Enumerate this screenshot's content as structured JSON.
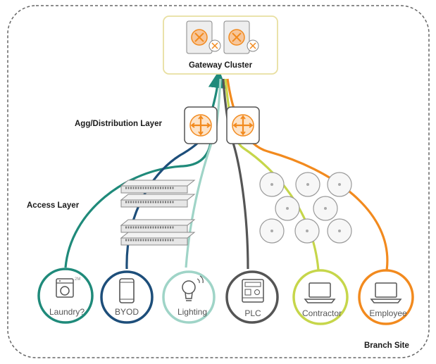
{
  "site": {
    "label": "Branch Site"
  },
  "gateway": {
    "label": "Gateway Cluster"
  },
  "layers": {
    "agg": "Agg/Distribution Layer",
    "access": "Access Layer"
  },
  "endpoints": [
    {
      "label": "Laundry?",
      "color": "#1f8a7a",
      "icon": "washing-machine-icon"
    },
    {
      "label": "BYOD",
      "color": "#1d4e7a",
      "icon": "smartphone-icon"
    },
    {
      "label": "Lighting",
      "color": "#9fd4c7",
      "icon": "lightbulb-icon"
    },
    {
      "label": "PLC",
      "color": "#555555",
      "icon": "plc-icon"
    },
    {
      "label": "Contractor",
      "color": "#c6d64a",
      "icon": "laptop-icon"
    },
    {
      "label": "Employee",
      "color": "#f28a1e",
      "icon": "laptop-icon"
    }
  ],
  "colors": {
    "accent_orange": "#f28a1e",
    "gateway_border": "#e8dfa0",
    "site_border": "#666666"
  }
}
